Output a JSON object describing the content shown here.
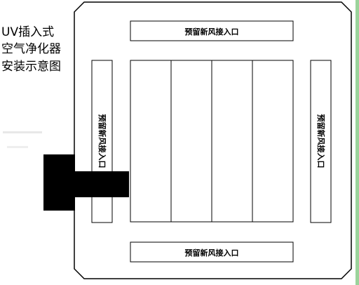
{
  "title_lines": [
    "UV插入式",
    "空气净化器",
    "安装示意图"
  ],
  "inlets": {
    "top": "预留新风接入口",
    "bottom": "预留新风接入口",
    "left": "预留新风接入口",
    "right": "预留新风接入口"
  },
  "colors": {
    "line": "#000000",
    "background": "#ffffff",
    "device": "#000000",
    "side_bar": "#9bd39b"
  }
}
